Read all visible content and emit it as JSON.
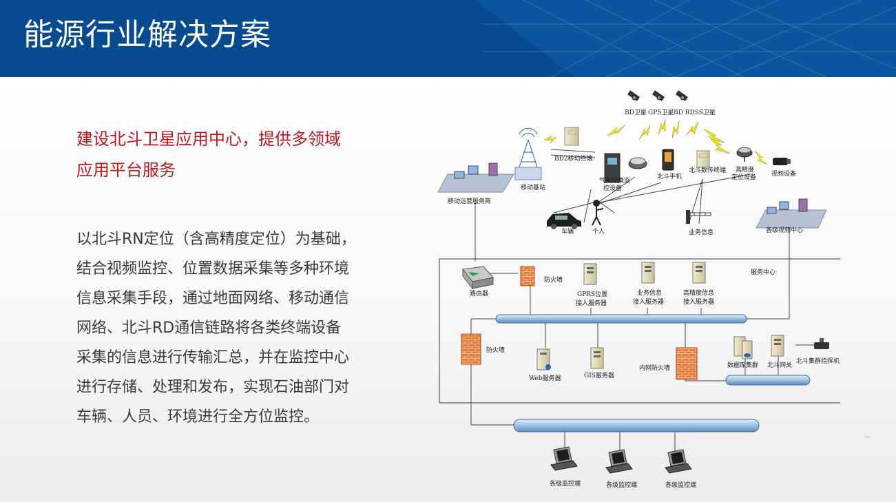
{
  "page": {
    "title": "能源行业解决方案"
  },
  "colors": {
    "banner": "#064a8f",
    "headline": "#c0161c",
    "body_text": "#3a3a3a"
  },
  "headline_lines": [
    "建设北斗卫星应用中心，提供多领域",
    "应用平台服务"
  ],
  "body_lines": [
    "以北斗RN定位（含高精度定位）为基础，",
    "结合视频监控、位置数据采集等多种环境",
    "信息采集手段，通过地面网络、移动通信",
    "网络、北斗RD通信链路将各类终端设备",
    "采集的信息进行传输汇总，并在监控中心",
    "进行存储、处理和发布，实现石油部门对",
    "车辆、人员、环境进行全方位监控。"
  ],
  "diagram": {
    "satellites": {
      "bd": "BD卫星",
      "gps": "GPS卫星",
      "rdss": "BD RDSS卫星"
    },
    "bd2_terminal": "BD2移动终端",
    "mobile_station": "移动基站",
    "mobile_ops": "移动运营服务商",
    "weather": [
      "气象环境监",
      "控设备"
    ],
    "handset": "北斗手机",
    "data_terminal": "北斗数传终端",
    "precision": [
      "高精度",
      "定位设备"
    ],
    "video_device": "视频设备",
    "vehicle": "车辆",
    "person": "个人",
    "business_info": "业务信息",
    "video_center": "各级视频中心",
    "service_center": "服务中心",
    "router": "路由器",
    "firewall": "防火墙",
    "gprs_server": [
      "GPRS位置",
      "接入服务器"
    ],
    "biz_server": [
      "业务信息",
      "接入服务器"
    ],
    "hp_server": [
      "高精度信息",
      "接入服务器"
    ],
    "firewall2": "防火墙",
    "web_server": "Web服务器",
    "gis_server": "GIS服务器",
    "intranet_firewall": "内网防火墙",
    "db_cluster": "数据库集群",
    "gateway": "北斗网关",
    "command": "北斗集群指挥机",
    "monitor": "各级监控端"
  }
}
